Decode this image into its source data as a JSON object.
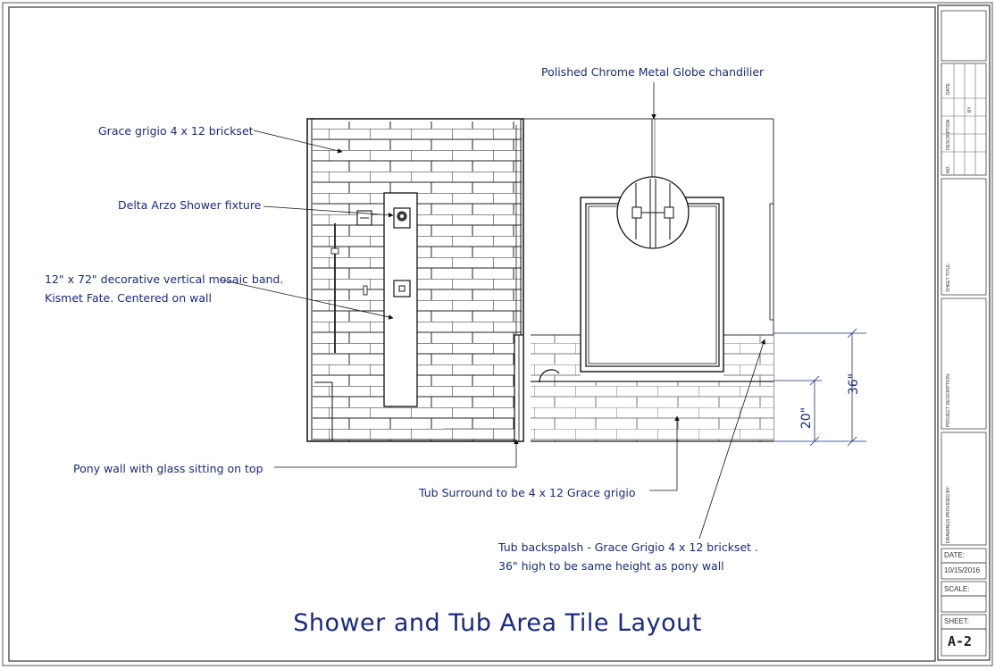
{
  "drawing": {
    "title": "Shower and Tub Area Tile Layout",
    "callouts": {
      "chandelier": "Polished Chrome Metal Globe chandilier",
      "brickset": "Grace grigio 4 x 12 brickset",
      "fixture": "Delta Arzo Shower fixture",
      "mosaic_line1": "12\" x 72\" decorative vertical mosaic band.",
      "mosaic_line2": "Kismet Fate. Centered on wall",
      "pony_wall": "Pony wall with glass sitting on top",
      "tub_surround": "Tub Surround to be 4 x 12 Grace grigio",
      "backsplash_line1": "Tub backspalsh - Grace Grigio 4 x 12  brickset .",
      "backsplash_line2": "36\" high to be same height as pony wall"
    },
    "dimensions": {
      "tall": "36\"",
      "short": "20\""
    }
  },
  "title_block": {
    "revision_headers": [
      "NO.",
      "DESCRIPTION",
      "BY",
      "DATE"
    ],
    "sheet_title_label": "SHEET TITLE:",
    "project_description_label": "PROJECT DESCRIPTION:",
    "drawings_provided_label": "DRAWINGS PROVIDED BY:",
    "date_label": "DATE:",
    "date_value": "10/15/2016",
    "scale_label": "SCALE:",
    "sheet_label": "SHEET:",
    "sheet_value": "A-2"
  },
  "colors": {
    "annotation": "#1b2a7a",
    "linework": "#222222"
  }
}
